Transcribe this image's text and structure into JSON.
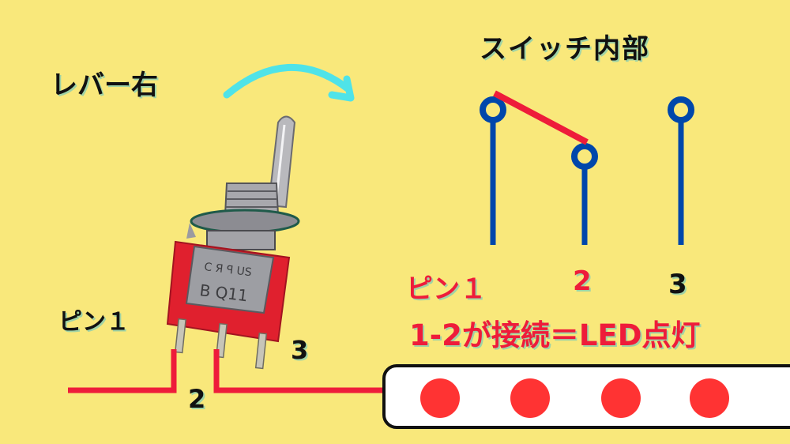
{
  "colors": {
    "background": "#F9E87B",
    "wire_red": "#EE1C3A",
    "schematic_blue": "#0047AB",
    "arrow_cyan": "#4FE3E8",
    "led_red": "#FF3333",
    "text_black": "#111111"
  },
  "labels": {
    "lever_direction": "レバー右",
    "switch_inside_title": "スイッチ内部",
    "photo_pin1": "ピン１",
    "photo_pin2": "2",
    "photo_pin3": "3",
    "schematic_pin1": "ピン１",
    "schematic_pin2": "2",
    "schematic_pin3": "3",
    "result_caption": "1-2が接続＝LED点灯"
  },
  "photo": {
    "switch_marking_line1": "C Я ꟼ US",
    "switch_marking_line2": "B Q11"
  },
  "led_strip": {
    "led_count": 4,
    "state": "on"
  }
}
